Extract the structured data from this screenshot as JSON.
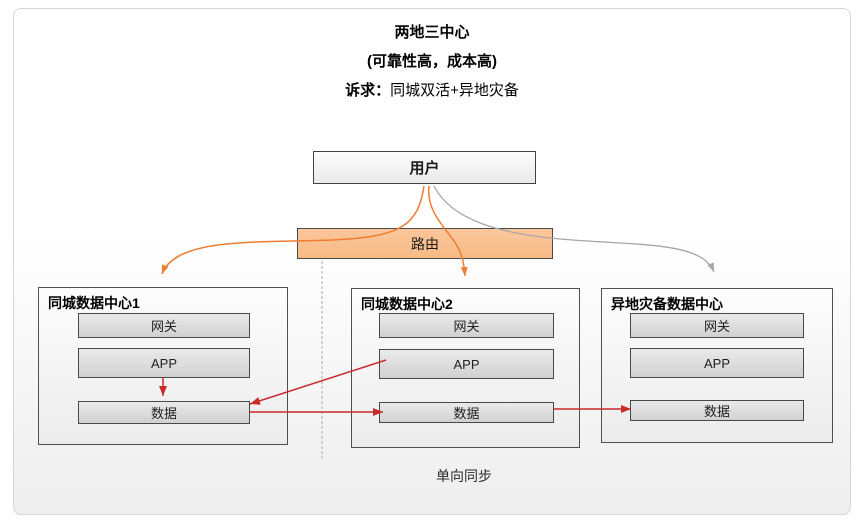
{
  "slide": {
    "title1": "两地三中心",
    "title2": "(可靠性高，成本高)",
    "demand_label": "诉求：",
    "demand_text": "同城双活+异地灾备",
    "bottom_note": "单向同步"
  },
  "nodes": {
    "user": {
      "label": "用户"
    },
    "router": {
      "label": "路由"
    }
  },
  "centers": [
    {
      "title": "同城数据中心1",
      "layers": [
        "网关",
        "APP",
        "数据"
      ]
    },
    {
      "title": "同城数据中心2",
      "layers": [
        "网关",
        "APP",
        "数据"
      ]
    },
    {
      "title": "异地灾备数据中心",
      "layers": [
        "网关",
        "APP",
        "数据"
      ]
    }
  ],
  "colors": {
    "router_fill": "#FAC090",
    "route_flow_orange": "#ED7D31",
    "remote_flow_gray": "#A6A6A6",
    "sync_arrow_red": "#C92A2A",
    "box_border_gray": "#4A4A4A"
  }
}
